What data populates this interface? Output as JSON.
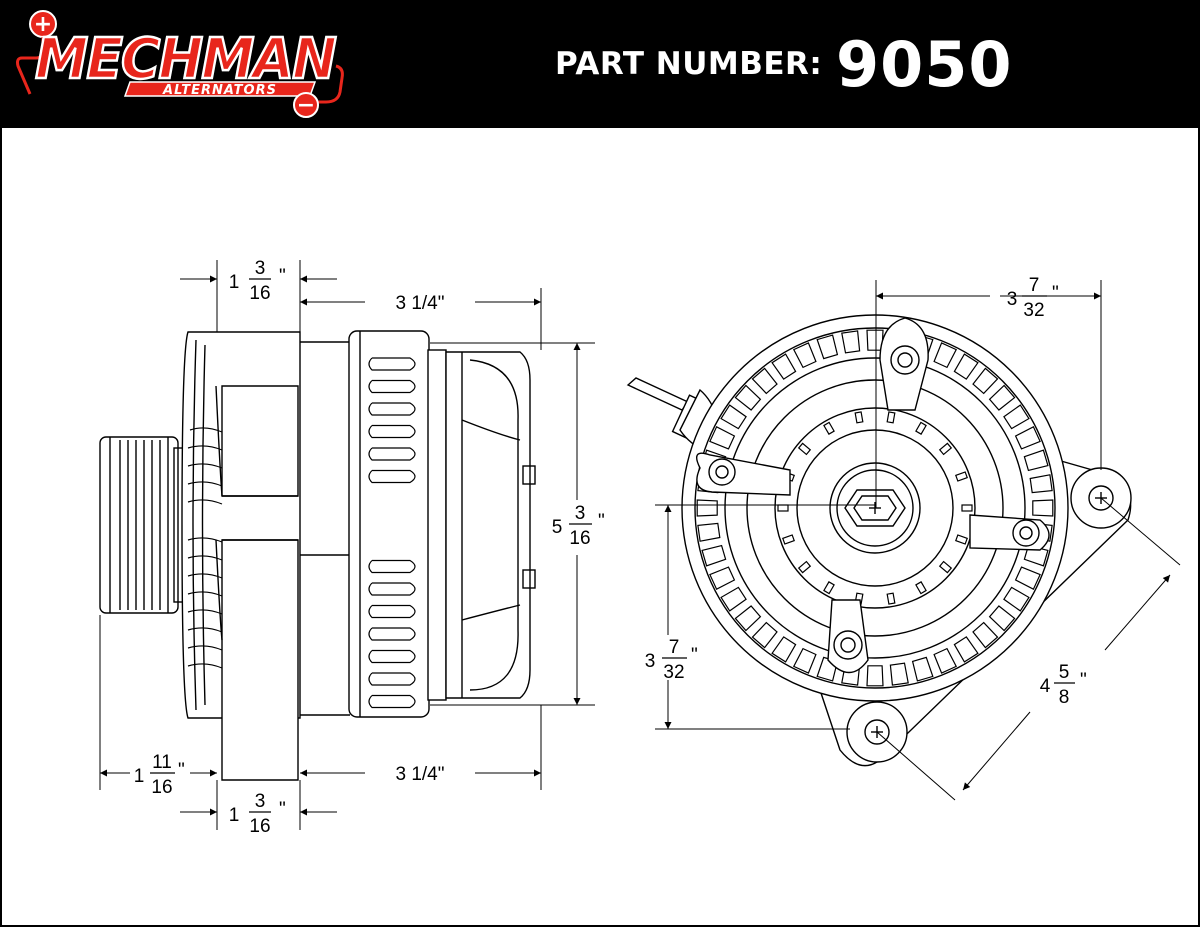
{
  "header": {
    "brand_primary": "MECHMAN",
    "brand_secondary": "ALTERNATORS",
    "plus_symbol": "+",
    "minus_symbol": "−",
    "part_number_label": "PART NUMBER:",
    "part_number_value": "9050",
    "brand_color": "#e8261c",
    "background_color": "#000000",
    "text_color": "#ffffff"
  },
  "dimensions": {
    "top_left_width": {
      "whole": "1",
      "num": "3",
      "den": "16",
      "unit": "\""
    },
    "top_body_length": {
      "text": "3 1/4\""
    },
    "height": {
      "whole": "5",
      "num": "3",
      "den": "16",
      "unit": "\""
    },
    "bottom_pulley_depth": {
      "whole": "1",
      "num": "11",
      "den": "16",
      "unit": "\""
    },
    "bottom_body_length": {
      "text": "3 1/4\""
    },
    "bottom_flange_width": {
      "whole": "1",
      "num": "3",
      "den": "16",
      "unit": "\""
    },
    "front_horizontal": {
      "whole": "3",
      "num": "7",
      "den": "32",
      "unit": "\""
    },
    "front_vertical": {
      "whole": "3",
      "num": "7",
      "den": "32",
      "unit": "\""
    },
    "front_diagonal": {
      "whole": "4",
      "num": "5",
      "den": "8",
      "unit": "\""
    }
  }
}
